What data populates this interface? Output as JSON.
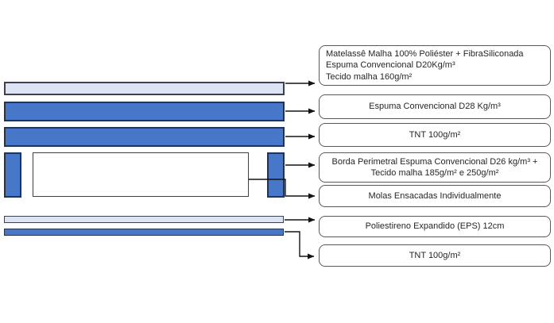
{
  "diagram": {
    "type": "mattress-layer-cross-section",
    "colors": {
      "layer_blue_fill": "#4677c8",
      "layer_blue_border": "#243450",
      "layer_light_fill": "#dde3f2",
      "layer_light_border": "#3a4150",
      "springs_core_fill": "#ffffff",
      "springs_core_border": "#3f3f3f",
      "label_box_border": "#595959",
      "arrow": "#141414",
      "text": "#262626",
      "background": "#ffffff"
    },
    "labels": [
      {
        "text": "Matelassê Malha 100% Poliéster + FibraSiliconada\nEspuma Convencional D20Kg/m³\nTecido malha 160g/m²"
      },
      {
        "text": "Espuma Convencional D28 Kg/m³"
      },
      {
        "text": "TNT 100g/m²"
      },
      {
        "text": "Borda Perimetral Espuma Convencional D26 kg/m³ + Tecido malha 185g/m² e 250g/m²"
      },
      {
        "text": "Molas Ensacadas Individualmente"
      },
      {
        "text": "Poliestireno Expandido (EPS) 12cm"
      },
      {
        "text": "TNT 100g/m²"
      }
    ]
  }
}
